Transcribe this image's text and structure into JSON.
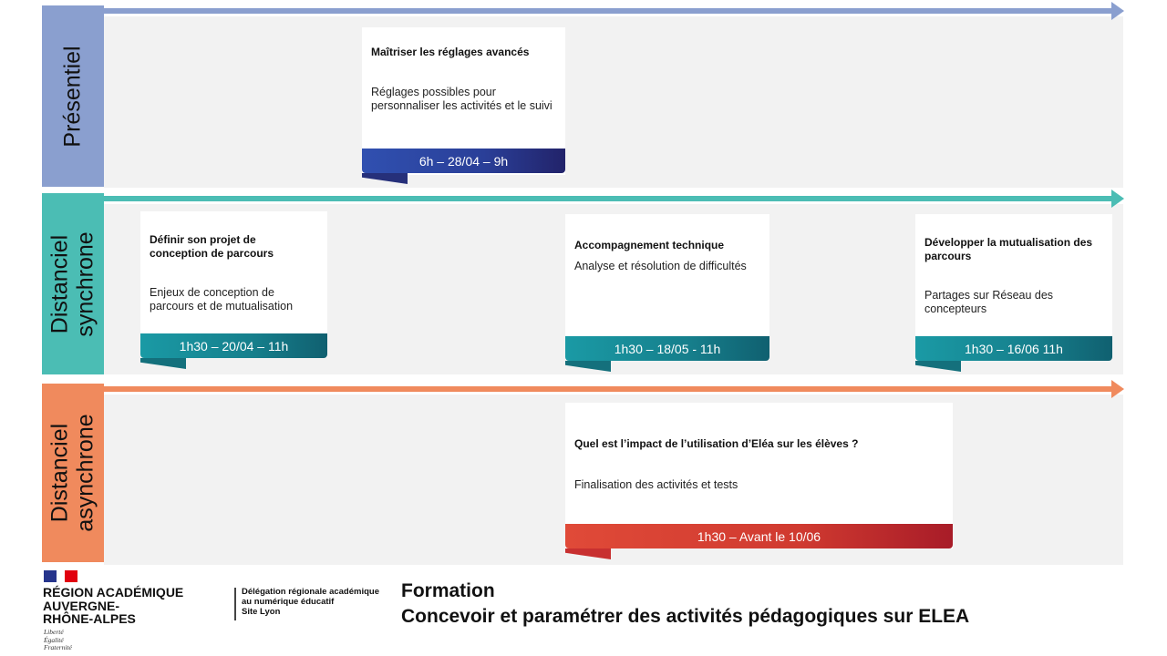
{
  "rows": [
    {
      "label": "Présentiel",
      "color": "#8a9fcf",
      "arrow": "#8a9fcf"
    },
    {
      "label": "Distanciel synchrone",
      "color": "#4bbdb4",
      "arrow": "#4bbdb4"
    },
    {
      "label": "Distanciel asynchrone",
      "color": "#f08a5d",
      "arrow": "#f08a5d"
    }
  ],
  "cards": [
    {
      "title": "Maîtriser les réglages avancés",
      "desc": "Réglages possibles pour personnaliser les activités et le suivi",
      "banner": "6h – 28/04 – 9h"
    },
    {
      "title": "Définir son projet de conception de parcours",
      "desc": "Enjeux de conception de parcours et de mutualisation",
      "banner": "1h30 – 20/04 – 11h"
    },
    {
      "title": "Accompagnement technique",
      "desc": "Analyse et résolution de difficultés",
      "banner": "1h30 – 18/05 - 11h"
    },
    {
      "title": "Développer la mutualisation des parcours",
      "desc": "Partages sur Réseau des concepteurs",
      "banner": "1h30 – 16/06 11h"
    },
    {
      "title": "Quel est l’impact de l’utilisation  d’Eléa sur les élèves ?",
      "desc": "Finalisation des activités et tests",
      "banner": "1h30 – Avant le 10/06"
    }
  ],
  "footer": {
    "region": [
      "RÉGION ACADÉMIQUE",
      "AUVERGNE-",
      "RHÔNE-ALPES"
    ],
    "motto": [
      "Liberté",
      "Égalité",
      "Fraternité"
    ],
    "delegation": [
      "Délégation régionale académique",
      "au numérique éducatif",
      "Site Lyon"
    ],
    "title1": "Formation",
    "title2": "Concevoir et paramétrer des activités pédagogiques sur ELEA"
  }
}
